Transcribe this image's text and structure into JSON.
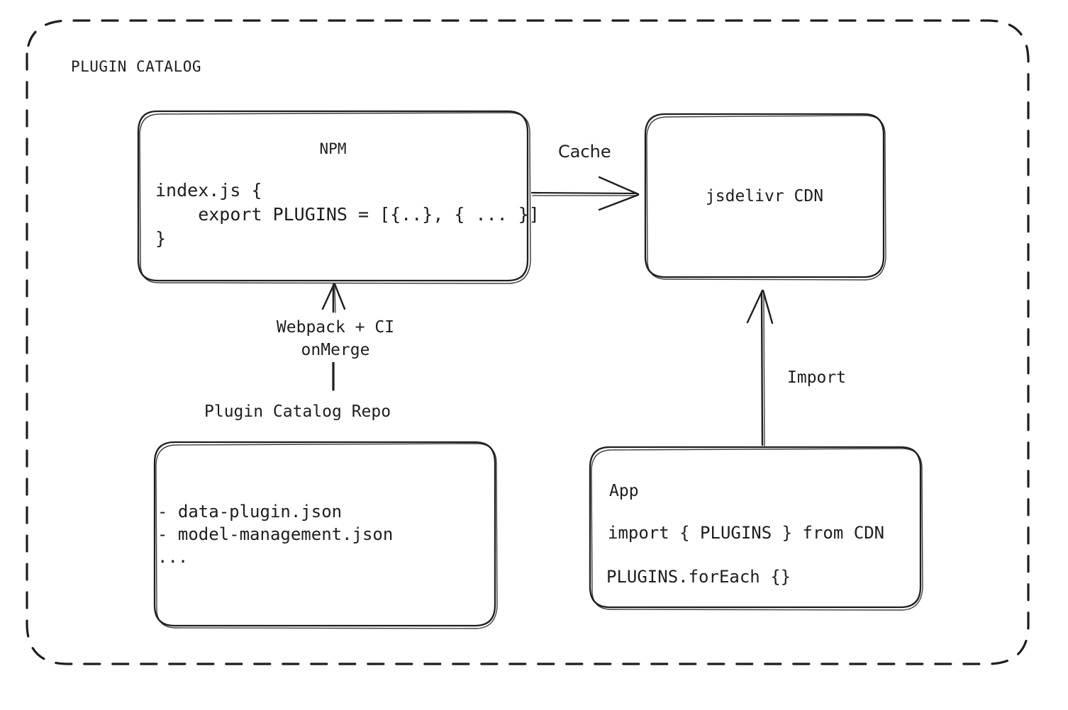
{
  "diagram": {
    "title": "PLUGIN CATALOG",
    "style": "hand-drawn",
    "stroke_color": "#1e1e1e",
    "background_color": "#ffffff"
  },
  "frame": {
    "label": "PLUGIN CATALOG",
    "border": "dashed-rounded"
  },
  "nodes": {
    "npm": {
      "title": "NPM",
      "code": "index.js {\n    export PLUGINS = [{..}, { ... }]\n}"
    },
    "cdn": {
      "title": "jsdelivr CDN"
    },
    "repo": {
      "caption": "Plugin Catalog Repo",
      "files": "- data-plugin.json\n- model-management.json\n..."
    },
    "app": {
      "title": "App",
      "line1": "import { PLUGINS } from CDN",
      "line2": "PLUGINS.forEach {}"
    }
  },
  "edges": {
    "cache": {
      "label": "Cache",
      "from": "npm",
      "to": "cdn",
      "direction": "right"
    },
    "webpack": {
      "label_line1": "Webpack + CI",
      "label_line2": "onMerge",
      "from": "repo",
      "to": "npm",
      "direction": "up"
    },
    "import": {
      "label": "Import",
      "from": "app",
      "to": "cdn",
      "direction": "up"
    }
  }
}
